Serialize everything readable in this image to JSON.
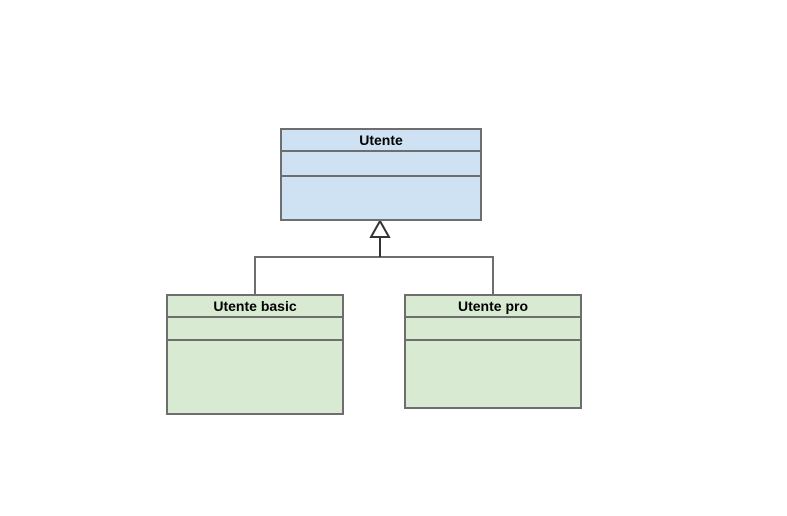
{
  "diagram": {
    "classes": {
      "parent": {
        "name": "Utente"
      },
      "child_basic": {
        "name": "Utente basic"
      },
      "child_pro": {
        "name": "Utente pro"
      }
    },
    "relationship": "generalization",
    "colors": {
      "parent_fill": "#cfe2f3",
      "child_fill": "#d9ead3",
      "border": "#6e6e6e",
      "connector": "#6e6e6e",
      "arrow_stroke": "#333333"
    }
  }
}
